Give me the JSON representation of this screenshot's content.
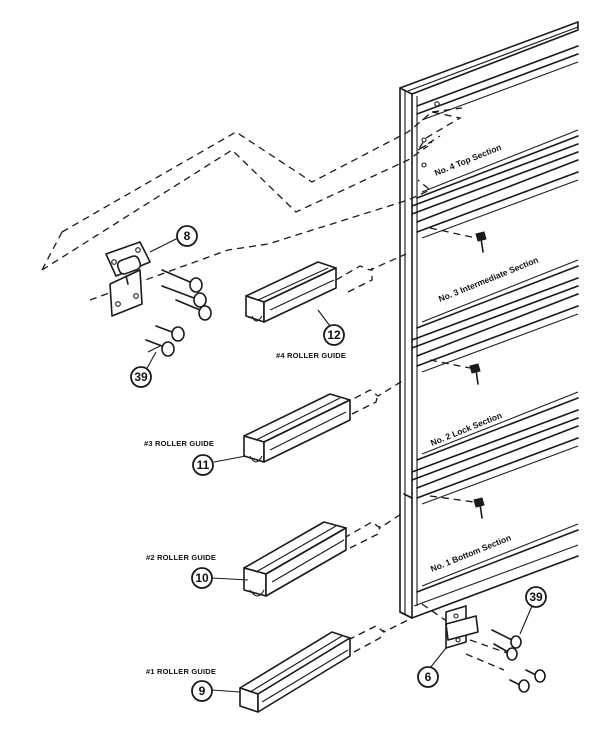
{
  "sections": [
    "No. 4 Top Section",
    "No. 3 Intermediate Section",
    "No. 2 Lock Section",
    "No. 1 Bottom Section"
  ],
  "roller_guides": [
    "#4 ROLLER GUIDE",
    "#3 ROLLER GUIDE",
    "#2 ROLLER GUIDE",
    "#1 ROLLER GUIDE"
  ],
  "callouts": {
    "top_hinge": "8",
    "top_screws": "39",
    "guide_4": "12",
    "guide_3": "11",
    "guide_2": "10",
    "guide_1": "9",
    "bottom_bracket": "6",
    "bottom_screws": "39"
  }
}
